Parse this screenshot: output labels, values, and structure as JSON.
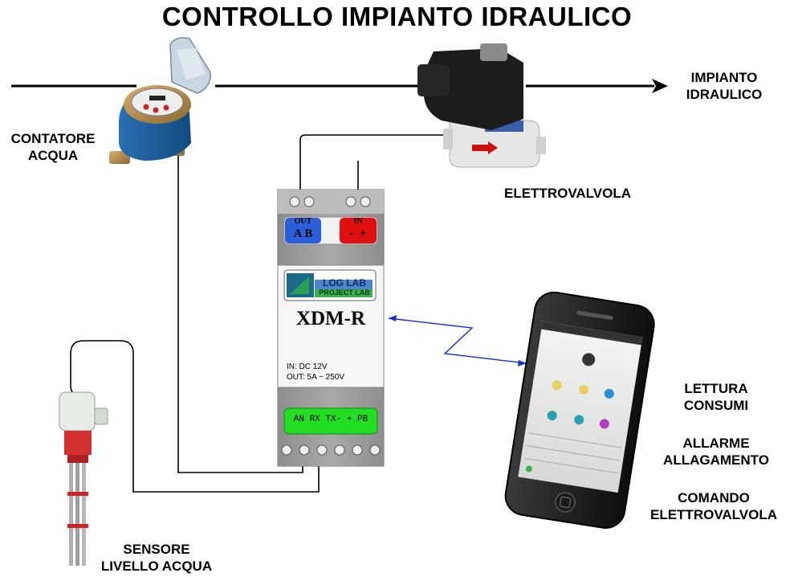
{
  "title": "CONTROLLO IMPIANTO IDRAULICO",
  "labels": {
    "impianto": [
      "IMPIANTO",
      "IDRAULICO"
    ],
    "contatore": [
      "CONTATORE",
      "ACQUA"
    ],
    "elettrovalvola": "ELETTROVALVOLA",
    "sensore": [
      "SENSORE",
      "LIVELLO ACQUA"
    ],
    "lettura": [
      "LETTURA",
      "CONSUMI"
    ],
    "allarme": [
      "ALLARME",
      "ALLAGAMENTO"
    ],
    "comando": [
      "COMANDO",
      "ELETTROVALVOLA"
    ]
  },
  "device": {
    "out_label": "OUT",
    "out_terminals": "A B",
    "in_label": "IN",
    "in_terminals": "-  +",
    "logo_line1": "LOG LAB",
    "logo_line2": "PROJECT LAB",
    "model": "XDM-R",
    "spec_in": "IN: DC 12V",
    "spec_out": "OUT: 5A ~ 250V",
    "bottom_terminals": "AN RX TX- + PB"
  },
  "colors": {
    "out_block": "#2b5fd9",
    "in_block": "#e01010",
    "bottom_block": "#22dd22",
    "device_body": "#9a9a9a",
    "link": "#1a2fd0"
  }
}
